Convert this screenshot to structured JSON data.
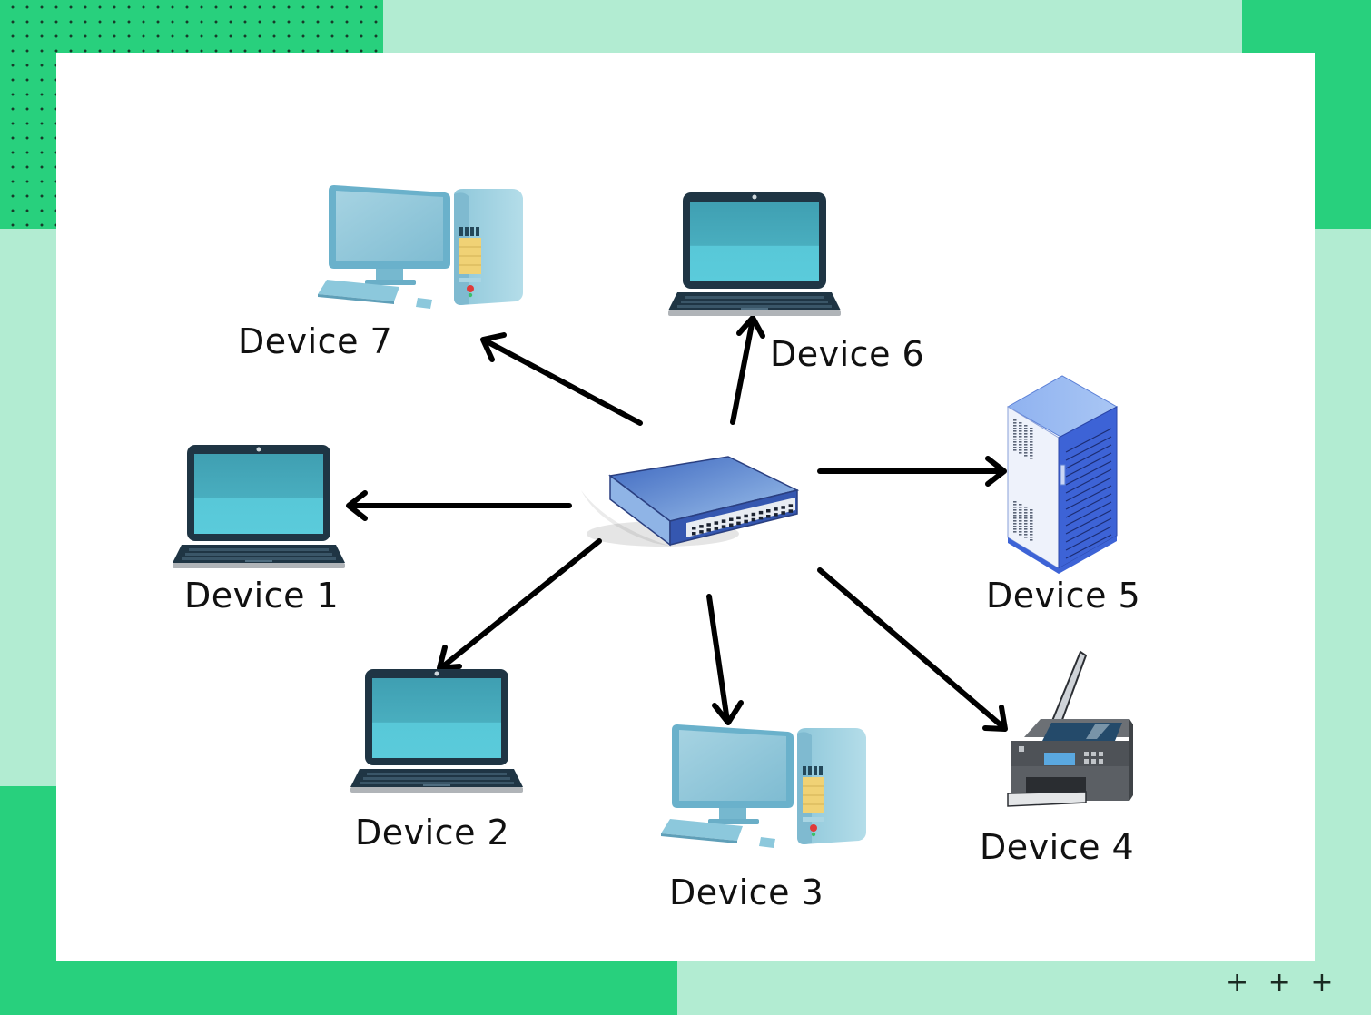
{
  "diagram": {
    "type": "star-network-topology",
    "hub": {
      "id": "switch",
      "kind": "network-switch",
      "icon": "network-switch-icon"
    },
    "devices": [
      {
        "id": "device-1",
        "label": "Device 1",
        "kind": "laptop",
        "icon": "laptop-icon"
      },
      {
        "id": "device-2",
        "label": "Device 2",
        "kind": "laptop",
        "icon": "laptop-icon"
      },
      {
        "id": "device-3",
        "label": "Device 3",
        "kind": "desktop-computer",
        "icon": "desktop-computer-icon"
      },
      {
        "id": "device-4",
        "label": "Device 4",
        "kind": "printer-scanner",
        "icon": "printer-icon"
      },
      {
        "id": "device-5",
        "label": "Device 5",
        "kind": "server-rack",
        "icon": "server-rack-icon"
      },
      {
        "id": "device-6",
        "label": "Device 6",
        "kind": "laptop",
        "icon": "laptop-icon"
      },
      {
        "id": "device-7",
        "label": "Device 7",
        "kind": "desktop-computer",
        "icon": "desktop-computer-icon"
      }
    ],
    "edges": [
      {
        "from": "switch",
        "to": "device-1",
        "directed": true
      },
      {
        "from": "switch",
        "to": "device-2",
        "directed": true
      },
      {
        "from": "switch",
        "to": "device-3",
        "directed": true
      },
      {
        "from": "switch",
        "to": "device-4",
        "directed": true
      },
      {
        "from": "switch",
        "to": "device-5",
        "directed": true
      },
      {
        "from": "switch",
        "to": "device-6",
        "directed": true
      },
      {
        "from": "switch",
        "to": "device-7",
        "directed": true
      }
    ]
  },
  "decoration": {
    "corner_marks": "+ + +"
  },
  "colors": {
    "frame_green": "#28d07d",
    "frame_mint": "#b2ecd2",
    "card": "#ffffff",
    "arrow": "#000000",
    "laptop_body": "#1f3544",
    "laptop_screen": "#4fc2d3",
    "desktop_blue": "#8fc9dc",
    "server_blue": "#4a6fe0",
    "switch_blue": "#4a78c8",
    "printer_grey": "#5a5e63"
  }
}
